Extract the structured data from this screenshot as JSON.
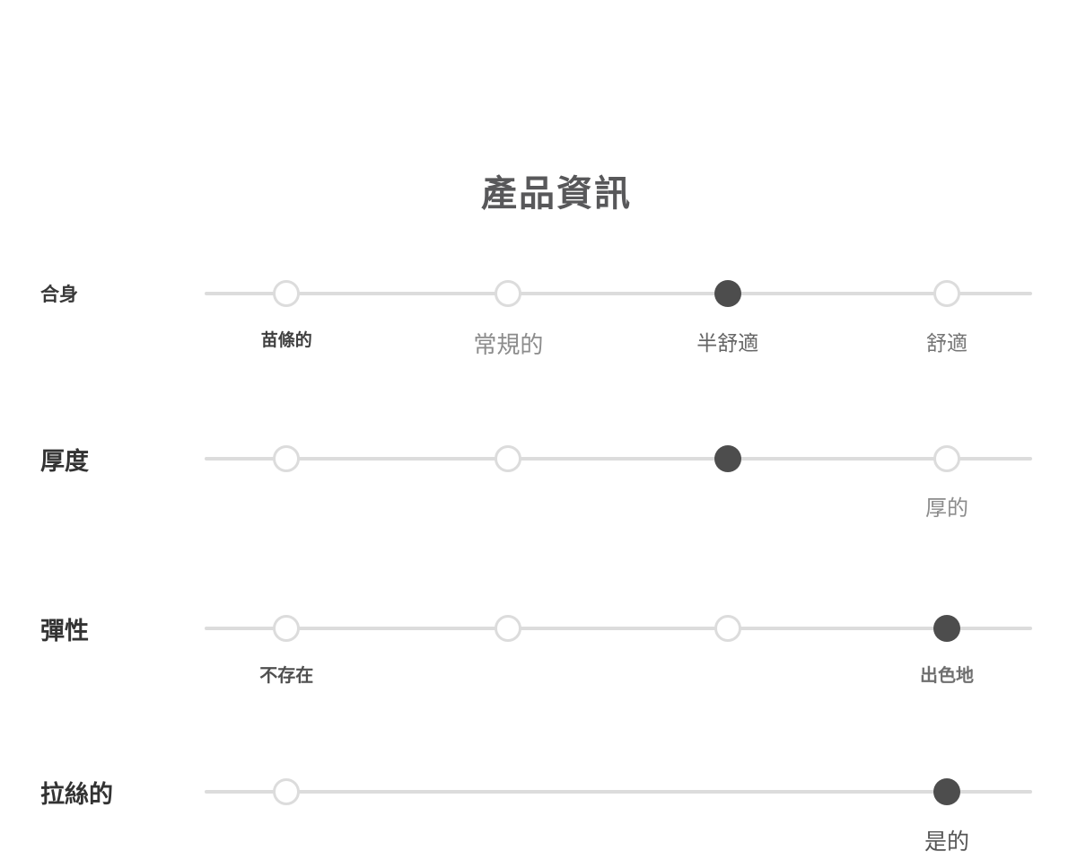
{
  "title": "產品資訊",
  "colors": {
    "background": "#ffffff",
    "title_text": "#58585a",
    "track": "#dcdcdc",
    "dot_filled": "#4d4d4d",
    "dot_empty_fill": "#ffffff",
    "dot_empty_border": "#dcdcdc"
  },
  "rows": [
    {
      "id": "fit",
      "label": "合身",
      "label_style": "font-size:21px;color:#383838;font-weight:600;",
      "selected_index": 2,
      "stops": [
        {
          "pos": 0.099,
          "filled": false
        },
        {
          "pos": 0.367,
          "filled": false
        },
        {
          "pos": 0.632,
          "filled": true
        },
        {
          "pos": 0.897,
          "filled": false
        }
      ],
      "value_labels": [
        {
          "pos": 0.099,
          "text": "苗條的",
          "style": "font-size:19px;color:#3f3f3f;font-weight:600;"
        },
        {
          "pos": 0.367,
          "text": "常規的",
          "style": "font-size:26px;color:#8c8c8c;font-weight:400;"
        },
        {
          "pos": 0.632,
          "text": "半舒適",
          "style": "font-size:23px;color:#666666;font-weight:500;"
        },
        {
          "pos": 0.897,
          "text": "舒適",
          "style": "font-size:23px;color:#757575;font-weight:500;"
        }
      ]
    },
    {
      "id": "thickness",
      "label": "厚度",
      "label_style": "font-size:27px;color:#333333;font-weight:600;",
      "selected_index": 2,
      "stops": [
        {
          "pos": 0.099,
          "filled": false
        },
        {
          "pos": 0.367,
          "filled": false
        },
        {
          "pos": 0.632,
          "filled": true
        },
        {
          "pos": 0.897,
          "filled": false
        }
      ],
      "value_labels": [
        {
          "pos": 0.897,
          "text": "厚的",
          "style": "font-size:24px;color:#8c8c8c;font-weight:400;"
        }
      ]
    },
    {
      "id": "elasticity",
      "label": "彈性",
      "label_style": "font-size:27px;color:#333333;font-weight:600;",
      "selected_index": 3,
      "stops": [
        {
          "pos": 0.099,
          "filled": false
        },
        {
          "pos": 0.367,
          "filled": false
        },
        {
          "pos": 0.632,
          "filled": false
        },
        {
          "pos": 0.897,
          "filled": true
        }
      ],
      "value_labels": [
        {
          "pos": 0.099,
          "text": "不存在",
          "style": "font-size:20px;color:#4f4f4f;font-weight:600;"
        },
        {
          "pos": 0.897,
          "text": "出色地",
          "style": "font-size:20px;color:#6f6f6f;font-weight:600;"
        }
      ]
    },
    {
      "id": "brushed",
      "label": "拉絲的",
      "label_style": "font-size:27px;color:#333333;font-weight:600;",
      "selected_index": 1,
      "stops": [
        {
          "pos": 0.099,
          "filled": false
        },
        {
          "pos": 0.897,
          "filled": true
        }
      ],
      "value_labels": [
        {
          "pos": 0.897,
          "text": "是的",
          "style": "font-size:25px;color:#555555;font-weight:500;"
        }
      ]
    }
  ]
}
